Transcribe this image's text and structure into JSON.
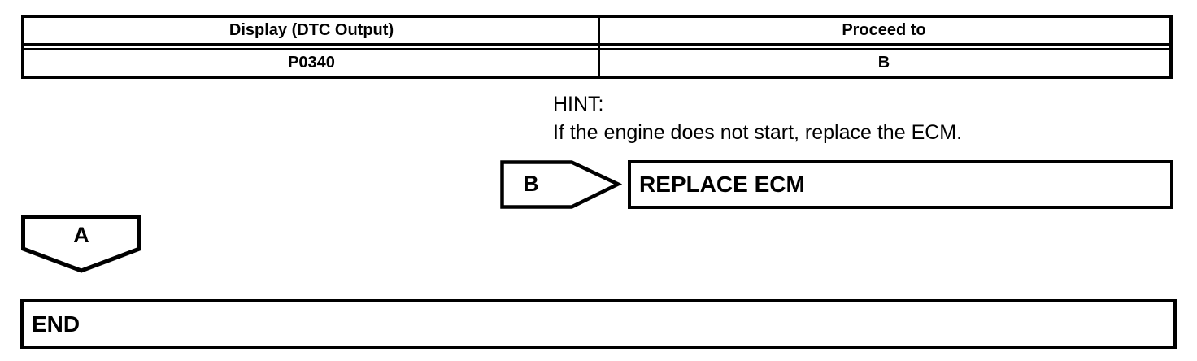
{
  "page": {
    "background": "#ffffff",
    "ink": "#000000"
  },
  "dtc_table": {
    "headers": [
      "Display (DTC Output)",
      "Proceed to"
    ],
    "row": {
      "dtc": "P0340",
      "proceed_to": "B"
    }
  },
  "hint": {
    "label": "HINT:",
    "text": "If the engine does not start, replace the ECM."
  },
  "flowchart": {
    "connector_b": "B",
    "replace_ecm_box": "REPLACE ECM",
    "connector_a": "A",
    "end_box": "END"
  }
}
